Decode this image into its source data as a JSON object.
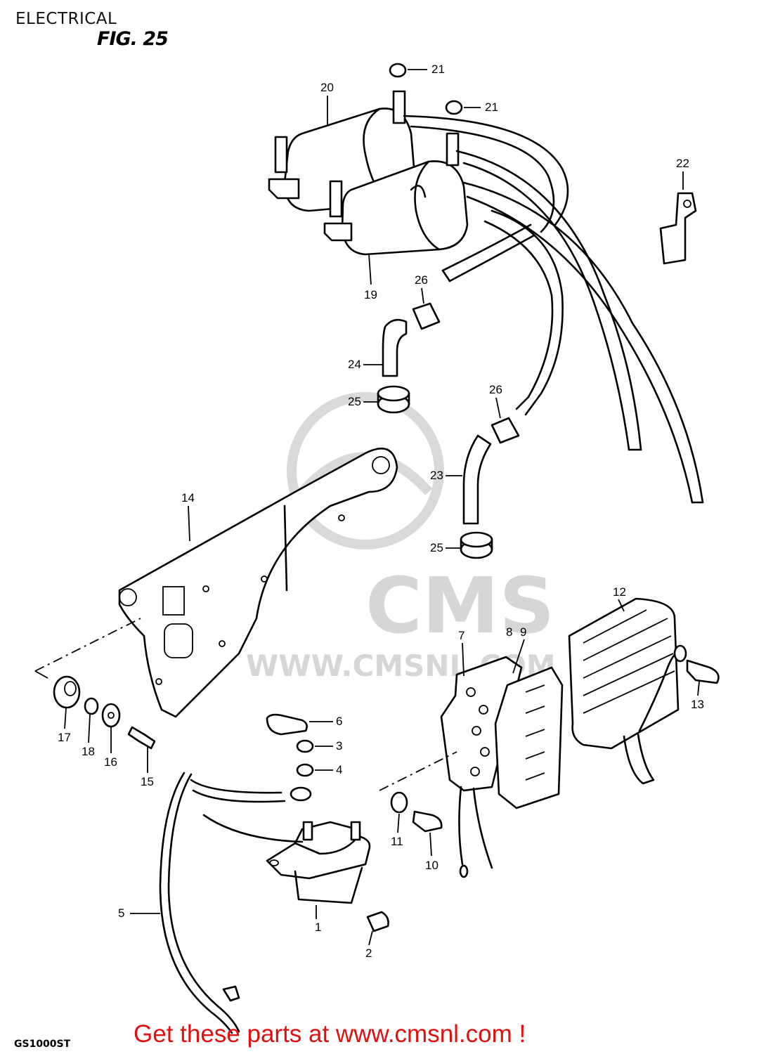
{
  "header": {
    "page_title": "ELECTRICAL",
    "figure_label": "FIG. 25"
  },
  "watermark": {
    "brand": "CMS",
    "url": "WWW.CMSNL.COM"
  },
  "callouts": [
    "1",
    "2",
    "3",
    "4",
    "5",
    "6",
    "7",
    "8",
    "9",
    "10",
    "11",
    "12",
    "13",
    "14",
    "15",
    "16",
    "17",
    "18",
    "19",
    "20",
    "21",
    "21",
    "22",
    "23",
    "24",
    "25",
    "25",
    "26",
    "26"
  ],
  "footer": {
    "cta_text": "Get these parts at www.cmsnl.com !",
    "model_code": "GS1000ST"
  },
  "colors": {
    "cta": "#e01010",
    "lines": "#000000",
    "watermark": "#d6d6d6"
  }
}
